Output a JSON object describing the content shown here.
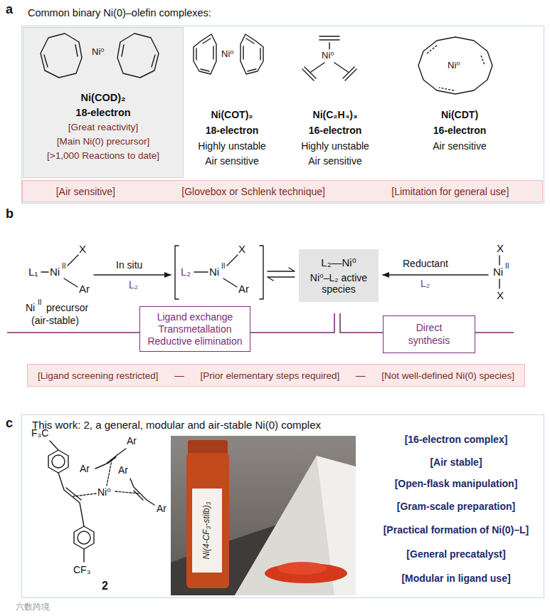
{
  "diagram": {
    "nodes": [
      {
        "text": [
          "Common binary Ni(0)–olefin complexes:",
          "Ni(COT)₂",
          "18-electron",
          "Highly unstable",
          "Air sensitive",
          "Ni(C₂H₄)₃",
          "16-electron",
          "Highly unstable",
          "Air sensitive",
          "Ni(CDT)",
          "16-electron",
          "Air sensitive"
        ]
      },
      {
        "text": [
          "Ni(COD)₂",
          "18-electron",
          "[Great reactivity]",
          "[Main Ni(0) precursor]",
          "[>1,000 Reactions to date]"
        ],
        "in": 0
      },
      {
        "text": [
          "[Air sensitive]",
          "[Glovebox or Schlenk technique]",
          "[Limitation for general use]"
        ],
        "in": 0
      },
      {
        "text": [
          "L₂—Ni⁰",
          "Ni⁰–L₂ active species"
        ]
      },
      {
        "text": [
          "Ligand exchange",
          "Transmetallation",
          "Reductive elimination"
        ]
      },
      {
        "text": [
          "Direct synthesis"
        ]
      },
      {
        "text": [
          "[Ligand screening restricted]",
          "—",
          "[Prior elementary steps required]",
          "—",
          "[Not well-defined Ni(0) species]"
        ]
      },
      {
        "text": [
          "This work: 2, a general, modular and air-stable Ni(0) complex",
          "[16-electron complex]",
          "[Air stable]",
          "[Open-flask manipulation]",
          "[Gram-scale preparation]",
          "[Practical formation of Ni(0)–L]",
          "[General precatalyst]",
          "[Modular in ligand use]"
        ]
      }
    ],
    "labels": [
      "a",
      "Ni⁰",
      "Ni⁰",
      "Ni⁰",
      "Ni⁰",
      "b",
      "L₁",
      "Ni",
      "II",
      "X",
      "Ar",
      "Ni",
      "II",
      "precursor",
      "(air-stable)",
      "In situ",
      "L₂",
      "L₂",
      "Ni",
      "II",
      "X",
      "Ar",
      "Reductant",
      "L₂",
      "X",
      "Ni",
      "II",
      "X",
      "c",
      "F₃C",
      "Ar",
      "Ar",
      "Ar",
      "Ni⁰",
      "Ar",
      "CF₃",
      "2",
      "Ni(4-CF₃-stilb)₃",
      "六数跨境"
    ]
  }
}
